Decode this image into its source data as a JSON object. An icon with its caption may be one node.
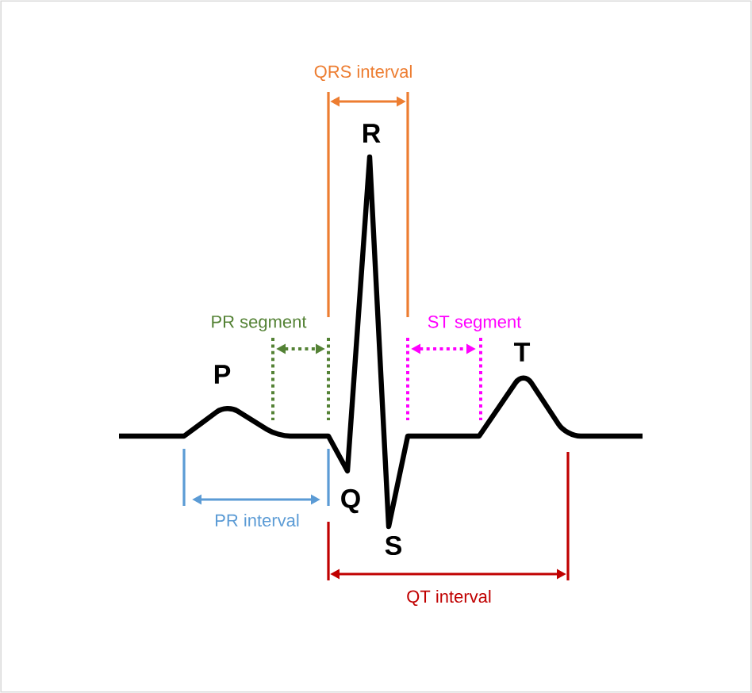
{
  "diagram": {
    "labels": [
      "QRS interval",
      "R",
      "PR segment",
      "ST segment",
      "T",
      "P",
      "Q",
      "PR interval",
      "S",
      "QT interval"
    ]
  }
}
